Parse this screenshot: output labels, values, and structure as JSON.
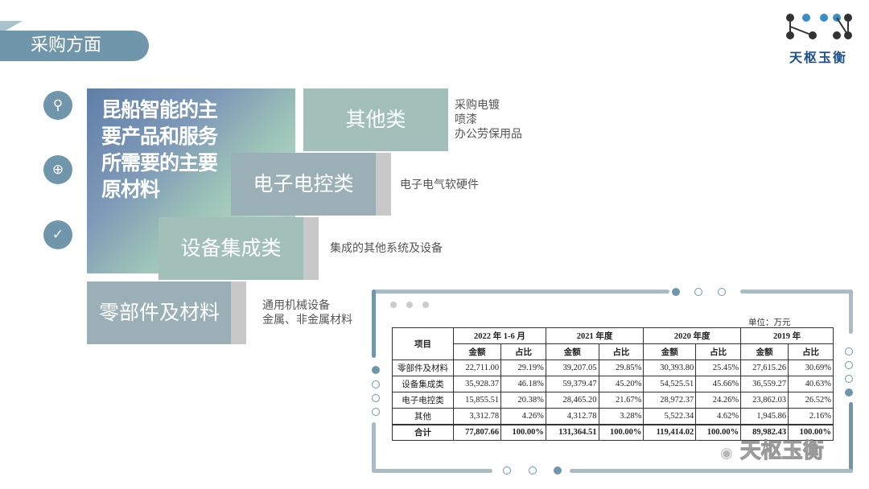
{
  "title": "采购方面",
  "logo": {
    "text": "天枢玉衡"
  },
  "watermark": "天枢玉衡",
  "side_icons": [
    "search-icon",
    "plus-icon",
    "check-icon"
  ],
  "intro": "昆船智能的主要产品和服务所需要的主要原材料",
  "categories": [
    {
      "label": "其他类",
      "desc": [
        "采购电镀",
        "喷漆",
        "办公劳保用品"
      ]
    },
    {
      "label": "电子电控类",
      "desc": [
        "电子电气软硬件"
      ]
    },
    {
      "label": "设备集成类",
      "desc": [
        "集成的其他系统及设备"
      ]
    },
    {
      "label": "零部件及材料",
      "desc": [
        "通用机械设备",
        "金属、非金属材料"
      ]
    }
  ],
  "table": {
    "unit": "单位：万元",
    "item_header": "项目",
    "periods": [
      "2022 年 1-6 月",
      "2021 年度",
      "2020 年度",
      "2019 年"
    ],
    "sub": [
      "金额",
      "占比"
    ],
    "rows": [
      [
        "零部件及材料",
        "22,711.00",
        "29.19%",
        "39,207.05",
        "29.85%",
        "30,393.80",
        "25.45%",
        "27,615.26",
        "30.69%"
      ],
      [
        "设备集成类",
        "35,928.37",
        "46.18%",
        "59,379.47",
        "45.20%",
        "54,525.51",
        "45.66%",
        "36,559.27",
        "40.63%"
      ],
      [
        "电子电控类",
        "15,855.51",
        "20.38%",
        "28,465.20",
        "21.67%",
        "28,972.37",
        "24.26%",
        "23,862.03",
        "26.52%"
      ],
      [
        "其他",
        "3,312.78",
        "4.26%",
        "4,312.78",
        "3.28%",
        "5,522.34",
        "4.62%",
        "1,945.86",
        "2.16%"
      ],
      [
        "合计",
        "77,807.66",
        "100.00%",
        "131,364.51",
        "100.00%",
        "119,414.02",
        "100.00%",
        "89,982.43",
        "100.00%"
      ]
    ]
  }
}
